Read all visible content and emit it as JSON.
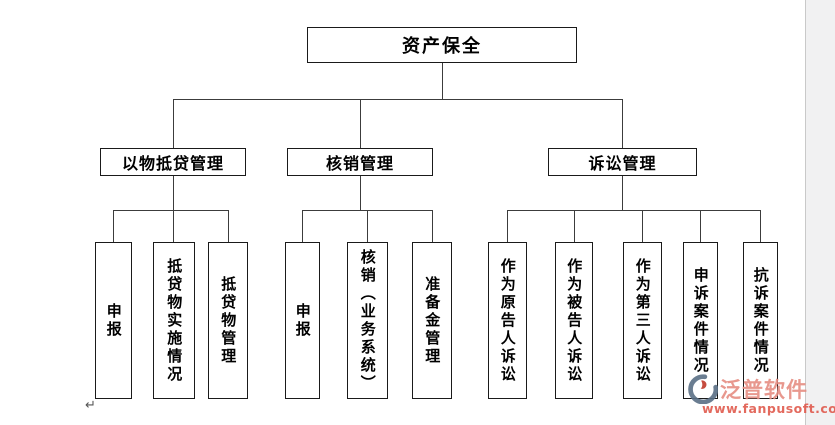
{
  "colors": {
    "line": "#3c3c3c",
    "box_border": "#1a1a1a",
    "box_background": "#ffffff",
    "watermark_brand": "#e68d82",
    "watermark_url": "#e05a4d",
    "logo_gray": "#5a7086",
    "logo_red": "#c0392b",
    "gutter": "#f1f1f2"
  },
  "tree": {
    "root": {
      "label": "资产保全"
    },
    "branches": [
      {
        "label": "以物抵贷管理",
        "children": [
          {
            "label": "申报"
          },
          {
            "label": "抵贷物实施情况"
          },
          {
            "label": "抵贷物管理"
          }
        ]
      },
      {
        "label": "核销管理",
        "children": [
          {
            "label": "申报"
          },
          {
            "label": "核销（业务系统）"
          },
          {
            "label": "准备金管理"
          }
        ]
      },
      {
        "label": "诉讼管理",
        "children": [
          {
            "label": "作为原告人诉讼"
          },
          {
            "label": "作为被告人诉讼"
          },
          {
            "label": "作为第三人诉讼"
          },
          {
            "label": "申诉案件情况"
          },
          {
            "label": "抗诉案件情况"
          }
        ]
      }
    ]
  },
  "watermark": {
    "brand": "泛普软件",
    "url": "www.fanpusoft.com"
  },
  "editor": {
    "paragraph_mark": "↵"
  }
}
